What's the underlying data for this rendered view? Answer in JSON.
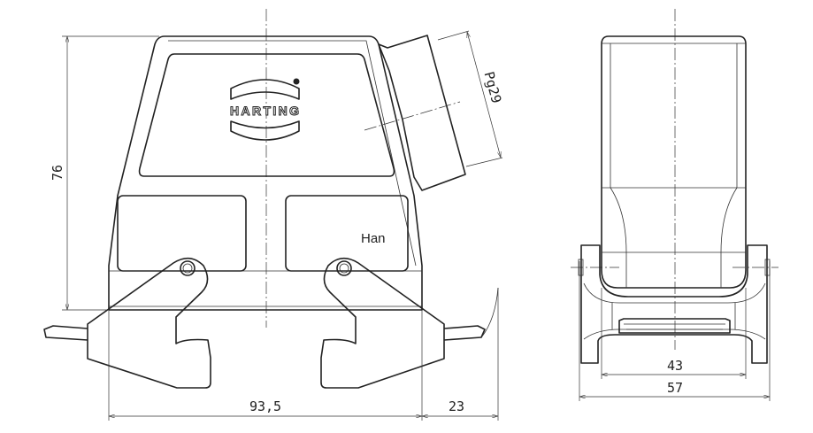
{
  "drawing": {
    "brand_logo": "HARTING",
    "product_mark": "Han",
    "front_view": {
      "height_dim": "76",
      "width_dim": "93,5",
      "lever_clearance_dim": "23",
      "thread_dim": "Pg29"
    },
    "side_view": {
      "inner_width_dim": "43",
      "outer_width_dim": "57"
    }
  }
}
